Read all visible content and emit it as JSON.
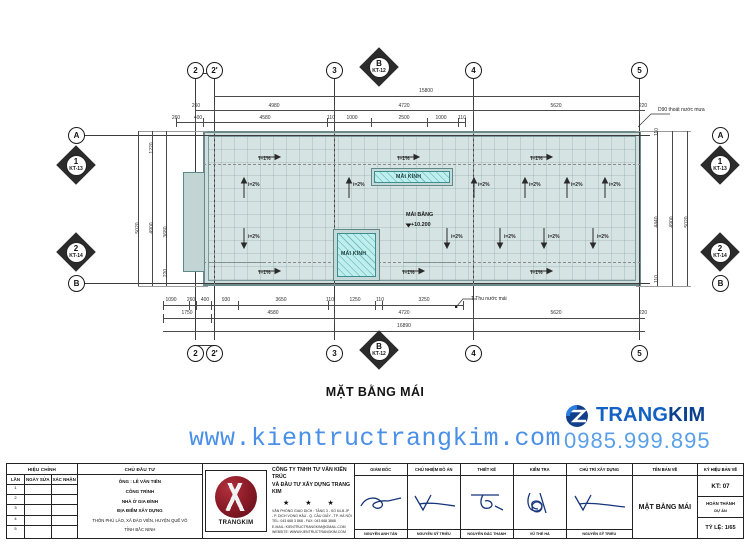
{
  "sheet": {
    "plan_title": "MẶT BẰNG MÁI",
    "watermark_url": "www.kientructrangkim.com"
  },
  "brand": {
    "name_part1": "TRANG",
    "name_part2": "KIM",
    "phone": "0985.999.895",
    "logo_icon": "trangkim-logo-icon",
    "accent_color": "#1261c4",
    "phone_color": "#5aa0e8"
  },
  "plan": {
    "grid_top": [
      "2",
      "2'",
      "3",
      "4",
      "5"
    ],
    "grid_bottom": [
      "2",
      "2'",
      "3",
      "4",
      "5"
    ],
    "grid_left": [
      "A",
      "B"
    ],
    "grid_right": [
      "A",
      "B"
    ],
    "section_markers": [
      {
        "id": "B",
        "sheet": "KT-12",
        "position": "top"
      },
      {
        "id": "B",
        "sheet": "KT-12",
        "position": "bottom"
      },
      {
        "id": "1",
        "sheet": "KT-13",
        "position": "left-upper"
      },
      {
        "id": "2",
        "sheet": "KT-14",
        "position": "left-lower"
      },
      {
        "id": "1",
        "sheet": "KT-13",
        "position": "right-upper"
      },
      {
        "id": "2",
        "sheet": "KT-14",
        "position": "right-lower"
      }
    ],
    "labels": {
      "flat_roof": "MÁI BẰNG",
      "flat_roof_level": "+10.200",
      "glass_roof": "MÁI KÍNH",
      "drain_note": "D90 thoát nước mưa",
      "gutter_note": "T Thu nước mái"
    },
    "slopes": {
      "one_percent": "i=1%",
      "two_percent": "i=2%"
    },
    "dim_top_row1": [
      "15800"
    ],
    "dim_top_row2": [
      "260",
      "4980",
      "4720",
      "5620",
      "220"
    ],
    "dim_top_row3": [
      "260",
      "400",
      "4580",
      "110",
      "1000",
      "2500",
      "1000",
      "110"
    ],
    "dim_bottom_row1": [
      "1090",
      "260",
      "400",
      "930",
      "3650",
      "110",
      "1250",
      "110",
      "3250"
    ],
    "dim_bottom_row2": [
      "1750",
      "4580",
      "4720",
      "5620",
      "220"
    ],
    "dim_bottom_row3": [
      "16890"
    ],
    "dim_left": [
      "1220",
      "3680",
      "4900",
      "5020",
      "220"
    ],
    "dim_right": [
      "110",
      "4440",
      "4900",
      "5020",
      "110"
    ]
  },
  "titleblock": {
    "revision": {
      "header": "HIỆU CHỈNH",
      "columns": [
        "LẦN",
        "NGÀY SỬA",
        "XÁC NHẬN"
      ],
      "rows": [
        "1",
        "2",
        "3",
        "4",
        "5"
      ]
    },
    "owner": {
      "header": "CHỦ ĐẦU TƯ",
      "owner_label": "ÔNG : LÊ VĂN TIẾN",
      "project_label": "CÔNG TRÌNH",
      "project_name": "NHÀ Ở GIA ĐÌNH",
      "site_label": "ĐỊA ĐIỂM XÂY DỰNG",
      "site_line1": "THÔN PHÚ LÃO, XÃ ĐÀO VIÊN, HUYỆN QUẾ VÕ",
      "site_line2": "TỈNH BẮC NINH"
    },
    "company": {
      "logo_text": "TRANGKIM",
      "name_line1": "CÔNG TY TNHH TƯ VẤN KIẾN TRÚC",
      "name_line2": "VÀ ĐẦU TƯ XÂY DỰNG TRANG KIM",
      "stars": "★ ★ ★",
      "info": [
        "VĂN PHÒNG GIAO DỊCH : TẦNG 3 - SỐ 64-B JP",
        "- P. DỊCH VỌNG HẬU - Q. CẦU GIẤY - TP. HÀ NỘI",
        "TEL: 043 668 3 868  -  FAX: 043 668 3868",
        "E-MAIL: KIENTRUCTRANGKIM@GMAIL.COM",
        "WEBSITE: WWW.KIENTRUCTRANGKIM.COM"
      ]
    },
    "signatures": [
      {
        "role": "GIÁM ĐỐC",
        "name": "NGUYỄN ANH TÂN"
      },
      {
        "role": "CHỦ NHIỆM ĐỒ ÁN",
        "name": "NGUYỄN SỸ TRIỀU"
      },
      {
        "role": "THIẾT KẾ",
        "name": "NGUYỄN ĐẮC THANH"
      },
      {
        "role": "KIỂM TRA",
        "name": "VŨ THẾ HÀ"
      },
      {
        "role": "CHỦ TRÌ XÂY DỰNG",
        "name": "NGUYỄN SỸ TRIỀU"
      }
    ],
    "drawing_name": {
      "header": "TÊN BẢN VẼ",
      "value": "MẶT BẰNG MÁI"
    },
    "code": {
      "header": "KÝ HIỆU BẢN VẼ",
      "sheet_no": "KT: 07",
      "status_label": "HOÀN THÀNH",
      "status_value": "DỰ ÁN",
      "scale": "TỶ LỆ: 1/65"
    }
  }
}
